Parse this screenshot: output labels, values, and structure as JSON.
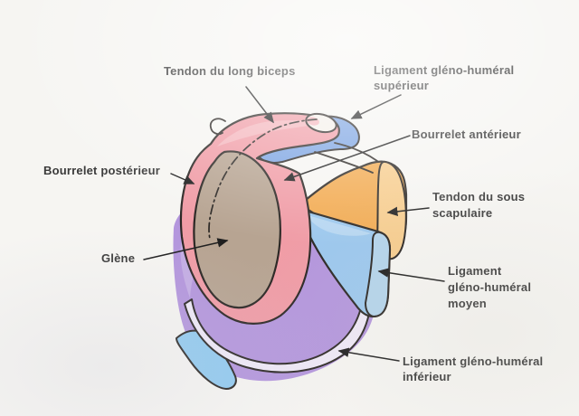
{
  "labels": {
    "tendon_long_biceps": {
      "text": "Tendon du long biceps"
    },
    "ligament_gh_superieur": {
      "lines": [
        "Ligament gléno-huméral",
        "supérieur"
      ]
    },
    "bourrelet_anterieur": {
      "text": "Bourrelet antérieur"
    },
    "tendon_sous_scapulaire": {
      "lines": [
        "Tendon du sous",
        "scapulaire"
      ]
    },
    "ligament_gh_moyen": {
      "lines": [
        "Ligament",
        "gléno-huméral",
        "moyen"
      ]
    },
    "ligament_gh_inferieur": {
      "lines": [
        "Ligament gléno-huméral",
        "inférieur"
      ]
    },
    "bourrelet_posterieur": {
      "text": "Bourrelet postérieur"
    },
    "glene": {
      "text": "Glène"
    }
  },
  "colors": {
    "paper": "#f6f5f2",
    "ink": "#2b2724",
    "text": "#3a3a3a",
    "labrum_pink": "#f09ca6",
    "labrum_pink_light": "#f6b6bd",
    "glene_tan": "#b7a492",
    "lig_superieur_blue": "#7ba3e2",
    "tendon_scapulaire_orange": "#f2ab52",
    "tendon_scapulaire_cap": "#f7cd8e",
    "lig_moyen_light_blue": "#9cc8ee",
    "lig_moyen_cap": "#b4d4ec",
    "lig_inferieur_purple": "#b496dd",
    "capsule_blue": "#92cbf0",
    "rim_band": "#efe9f7",
    "anchor_oval": "#f4f0ea"
  }
}
